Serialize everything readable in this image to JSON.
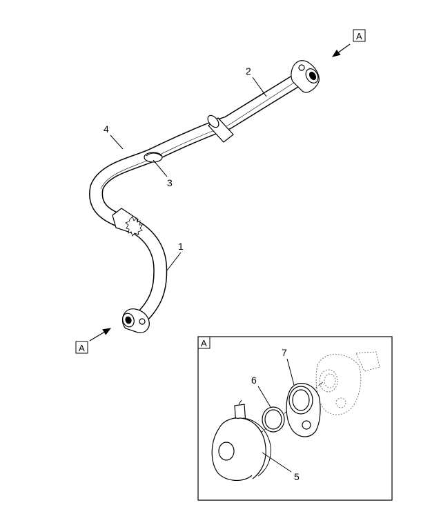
{
  "callouts": {
    "c1": "1",
    "c2": "2",
    "c3": "3",
    "c4": "4",
    "c5": "5",
    "c6": "6",
    "c7": "7"
  },
  "view_refs": {
    "top_right": "A",
    "bottom_left": "A",
    "detail_box": "A"
  },
  "icons": [
    "arrow-icon"
  ]
}
